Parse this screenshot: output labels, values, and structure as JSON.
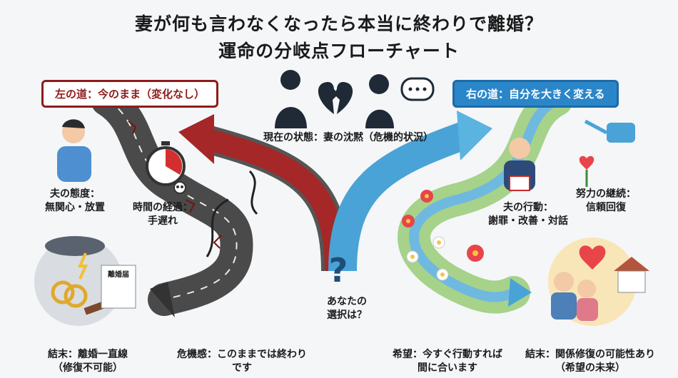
{
  "title_line1": "妻が何も言わなくなったら本当に終わりで離婚？",
  "title_line2": "運命の分岐点フローチャート",
  "left_path": {
    "heading": "左の道：今のまま（変化なし）",
    "husband_attitude": [
      "夫の態度：",
      "無関心・放置"
    ],
    "time_passing": [
      "時間の経過：",
      "手遅れ"
    ],
    "danger": [
      "危機感：このままでは終わり",
      "です"
    ],
    "outcome": [
      "結末：離婚一直線",
      "（修復不可能）"
    ],
    "divorce_form_text": "離婚届"
  },
  "center": {
    "current_state": "現在の状態：妻の沈黙（危機的状況）",
    "question": [
      "あなたの",
      "選択は？"
    ]
  },
  "right_path": {
    "heading": "右の道：自分を大きく変える",
    "husband_action": [
      "夫の行動：",
      "謝罪・改善・対話"
    ],
    "continued_effort": [
      "努力の継続：",
      "信頼回復"
    ],
    "hope": [
      "希望：今すぐ行動すれば",
      "間に合います"
    ],
    "outcome": [
      "結末：関係修復の可能性あり",
      "（希望の未来）"
    ]
  },
  "colors": {
    "left_accent": "#8e1b1b",
    "right_accent": "#2b86c9",
    "left_road": "#4a4a4a",
    "right_road": "#7fc6e8"
  }
}
